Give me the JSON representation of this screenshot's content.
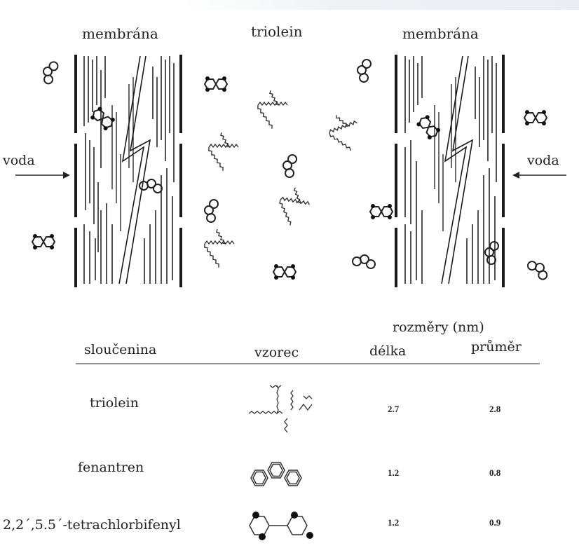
{
  "diagram": {
    "labels": {
      "membrane_left": "membrána",
      "triolein": "triolein",
      "membrane_right": "membrána",
      "water_left": "voda",
      "water_right": "voda"
    }
  },
  "table": {
    "group_header": "rozměry (nm)",
    "columns": {
      "compound": "sloučenina",
      "formula": "vzorec",
      "length": "délka",
      "diameter": "průměr"
    },
    "rows": [
      {
        "name": "triolein",
        "formula_icon": "triolein-structure-icon",
        "length": "2.7",
        "diameter": "2.8"
      },
      {
        "name": "fenantren",
        "formula_icon": "phenanthrene-structure-icon",
        "length": "1.2",
        "diameter": "0.8"
      },
      {
        "name": "2,2´,5.5´-tetrachlorbifenyl",
        "formula_icon": "tetrachlorobiphenyl-structure-icon",
        "length": "1.2",
        "diameter": "0.9"
      }
    ]
  }
}
